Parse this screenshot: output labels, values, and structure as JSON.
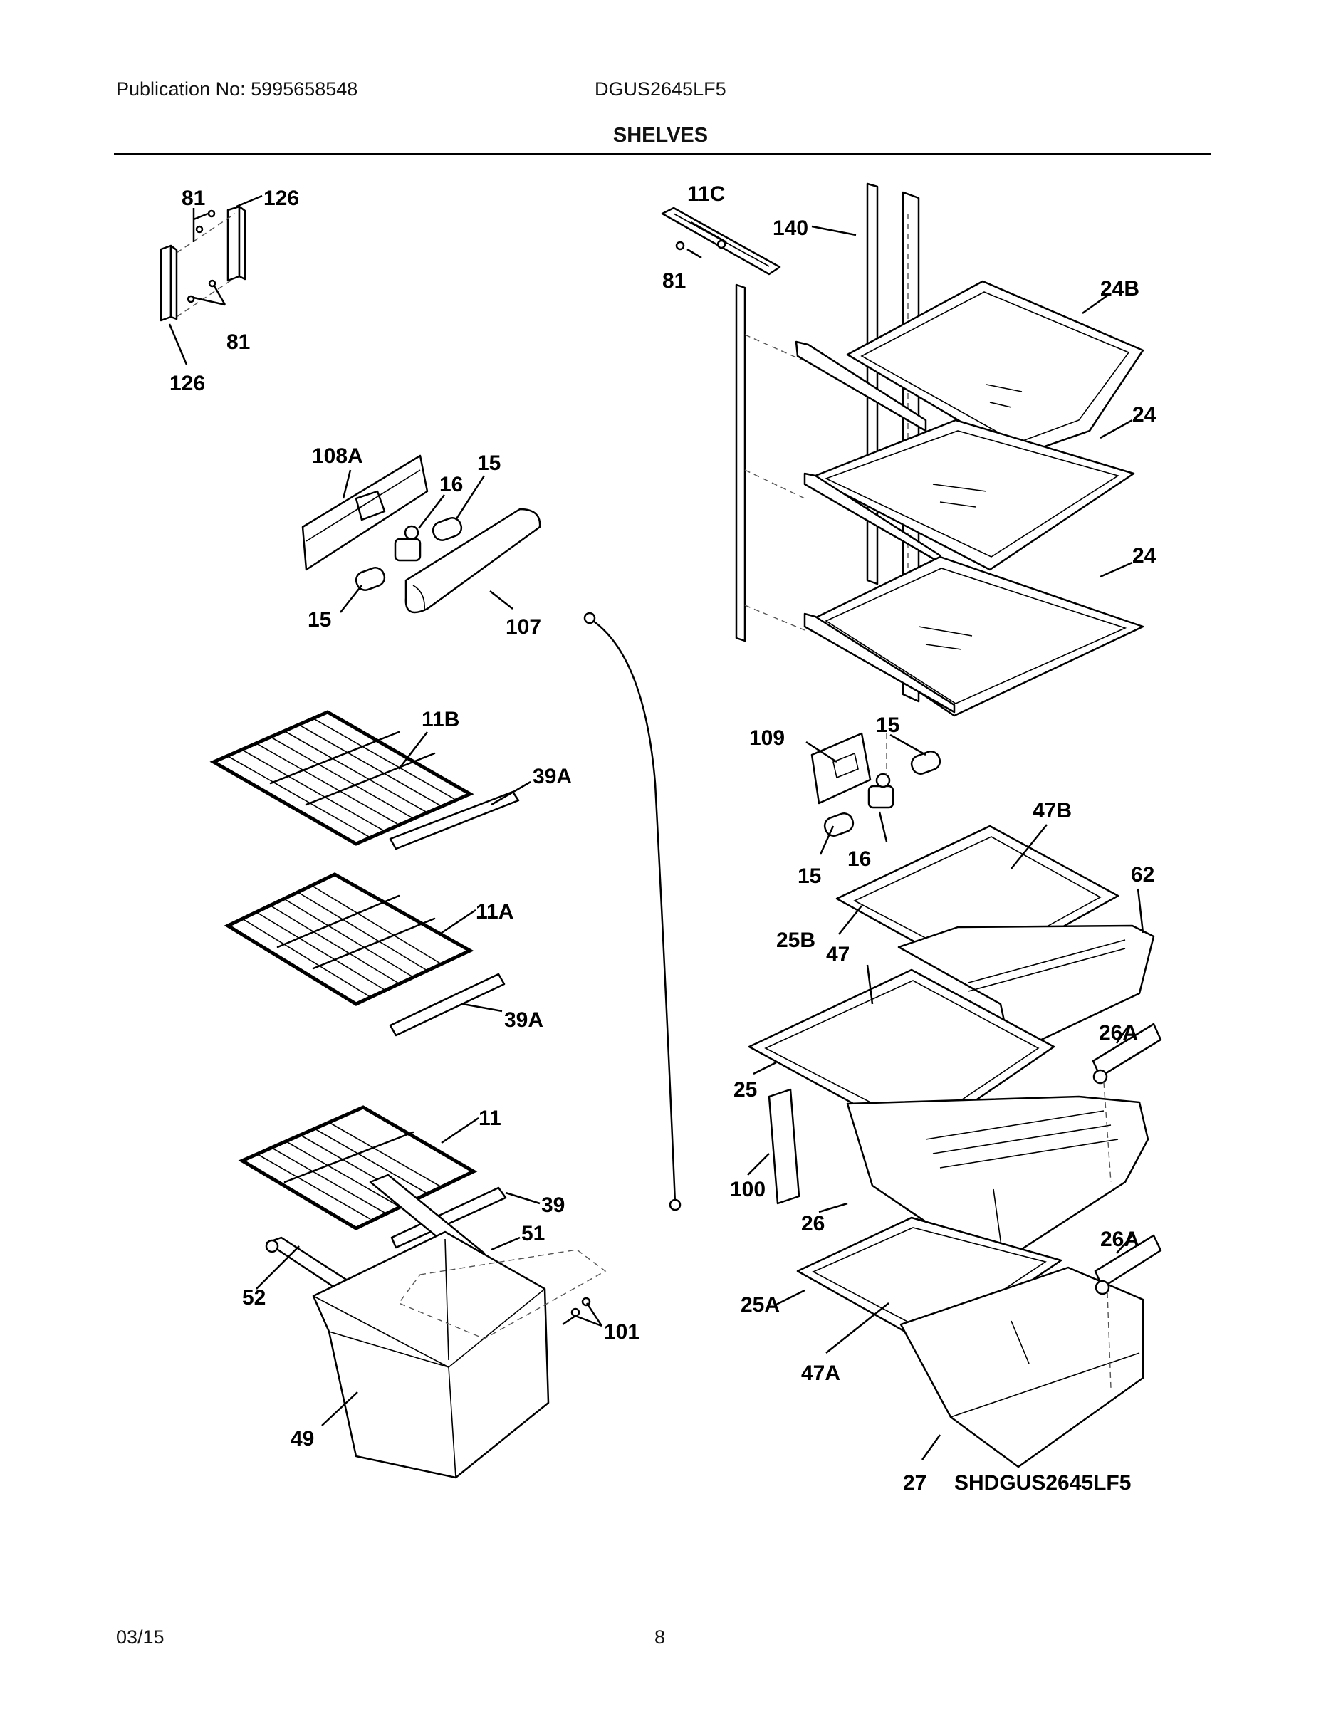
{
  "header": {
    "publication": "Publication No:  5995658548",
    "model": "DGUS2645LF5",
    "section_title": "SHELVES"
  },
  "footer": {
    "date": "03/15",
    "page_number": "8"
  },
  "diagram": {
    "drawing_id": "SHDGUS2645LF5",
    "callouts": [
      "81",
      "126",
      "81",
      "126",
      "11C",
      "140",
      "81",
      "24B",
      "24",
      "24",
      "108A",
      "16",
      "15",
      "15",
      "107",
      "11B",
      "39A",
      "11A",
      "39A",
      "11",
      "39",
      "51",
      "52",
      "101",
      "49",
      "109",
      "15",
      "16",
      "15",
      "47B",
      "62",
      "25B",
      "47",
      "26A",
      "25",
      "100",
      "26",
      "26A",
      "25A",
      "47A",
      "27"
    ]
  }
}
